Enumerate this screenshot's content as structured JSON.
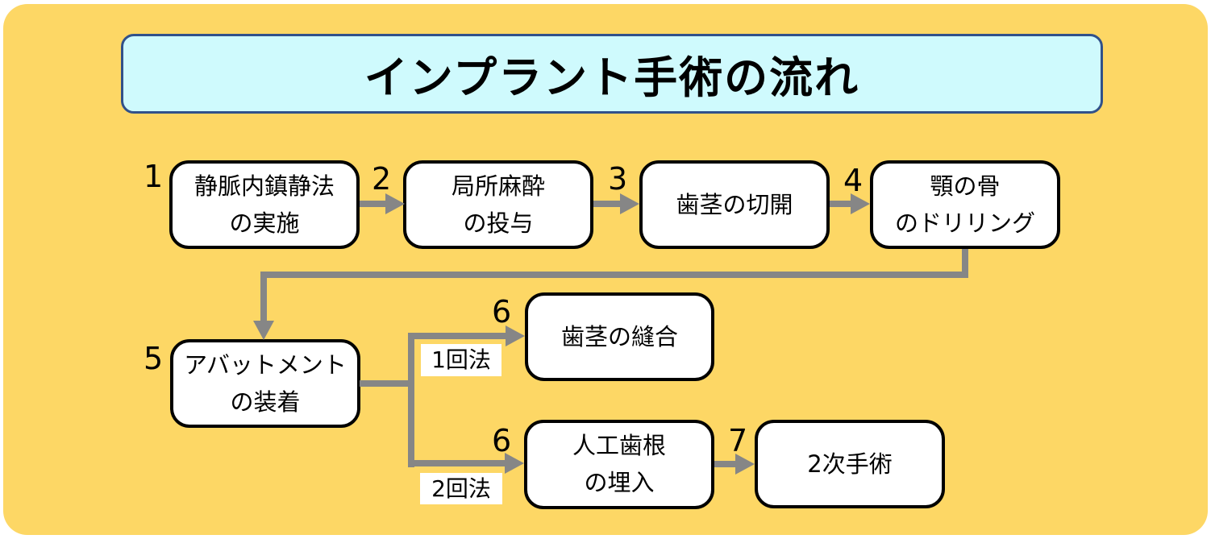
{
  "title": {
    "text": "インプラント手術の流れ"
  },
  "steps": [
    {
      "number": "1",
      "lines": [
        "静脈内鎮静法",
        "の実施"
      ]
    },
    {
      "number": "2",
      "lines": [
        "局所麻酔",
        "の投与"
      ]
    },
    {
      "number": "3",
      "lines": [
        "歯茎の切開"
      ]
    },
    {
      "number": "4",
      "lines": [
        "顎の骨",
        "のドリリング"
      ]
    },
    {
      "number": "5",
      "lines": [
        "アバットメント",
        "の装着"
      ]
    },
    {
      "number": "6",
      "lines": [
        "歯茎の縫合"
      ],
      "branch_label": "1回法"
    },
    {
      "number": "6",
      "lines": [
        "人工歯根",
        "の埋入"
      ],
      "branch_label": "2回法"
    },
    {
      "number": "7",
      "lines": [
        "2次手術"
      ]
    }
  ],
  "colors": {
    "background": "#FDD765",
    "page": "#FFFFFF",
    "arrow": "#868686",
    "title_fill": "#CFFAFD",
    "title_border": "#31518A",
    "box_fill": "#FFFFFF",
    "box_border": "#000000",
    "label_bg": "#FFFFFF",
    "text": "#000000"
  }
}
